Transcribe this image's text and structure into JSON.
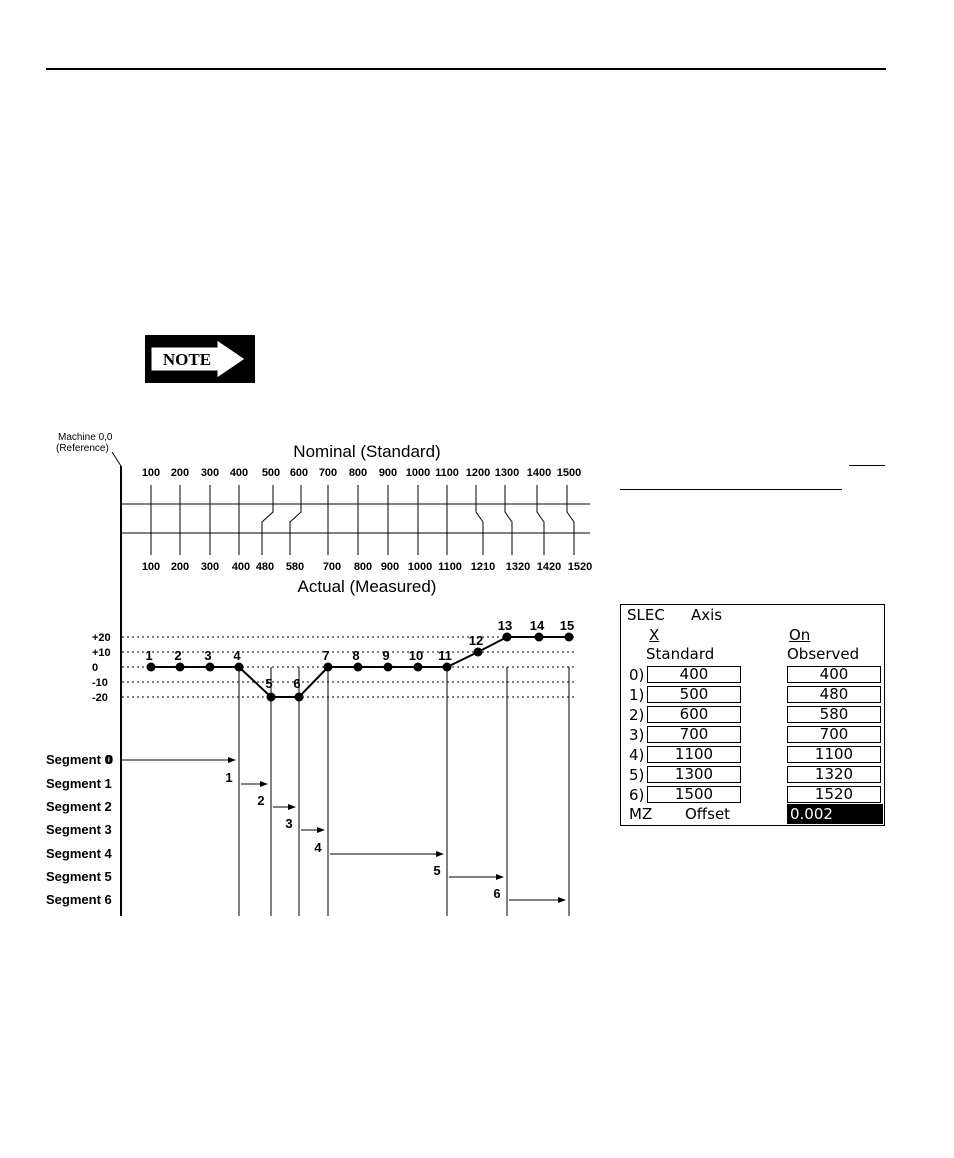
{
  "note_label": "NOTE",
  "diagram": {
    "machine_label_1": "Machine 0,0",
    "machine_label_2": "(Reference)",
    "nominal_title": "Nominal (Standard)",
    "actual_title": "Actual (Measured)",
    "nominal_ticks": [
      "100",
      "200",
      "300",
      "400",
      "500",
      "600",
      "700",
      "800",
      "900",
      "1000",
      "1100",
      "1200",
      "1300",
      "1400",
      "1500"
    ],
    "actual_ticks": [
      "100",
      "200",
      "300",
      "400",
      "480",
      "580",
      "700",
      "800",
      "900",
      "1000",
      "1100",
      "1210",
      "1320",
      "1420",
      "1520"
    ],
    "y_levels": [
      "+20",
      "+10",
      "0",
      "-10",
      "-20"
    ],
    "y_values": [
      20,
      10,
      0,
      -10,
      -20
    ],
    "point_labels": [
      "1",
      "2",
      "3",
      "4",
      "5",
      "6",
      "7",
      "8",
      "9",
      "10",
      "11",
      "12",
      "13",
      "14",
      "15"
    ],
    "point_errors": [
      0,
      0,
      0,
      0,
      -20,
      -20,
      0,
      0,
      0,
      0,
      0,
      10,
      20,
      20,
      20
    ],
    "segments": [
      {
        "label": "Segment 0",
        "number": "0"
      },
      {
        "label": "Segment 1",
        "number": "1"
      },
      {
        "label": "Segment 2",
        "number": "2"
      },
      {
        "label": "Segment 3",
        "number": "3"
      },
      {
        "label": "Segment 4",
        "number": "4"
      },
      {
        "label": "Segment 5",
        "number": "5"
      },
      {
        "label": "Segment 6",
        "number": "6"
      }
    ]
  },
  "slec_panel": {
    "title": "SLEC",
    "axis_label": "Axis",
    "axis_value": "X",
    "state_value": "On",
    "col_standard": "Standard",
    "col_observed": "Observed",
    "rows": [
      {
        "index": "0)",
        "standard": "400",
        "observed": "400"
      },
      {
        "index": "1)",
        "standard": "500",
        "observed": "480"
      },
      {
        "index": "2)",
        "standard": "600",
        "observed": "580"
      },
      {
        "index": "3)",
        "standard": "700",
        "observed": "700"
      },
      {
        "index": "4)",
        "standard": "1100",
        "observed": "1100"
      },
      {
        "index": "5)",
        "standard": "1300",
        "observed": "1320"
      },
      {
        "index": "6)",
        "standard": "1500",
        "observed": "1520"
      }
    ],
    "offset_label_1": "MZ",
    "offset_label_2": "Offset",
    "offset_value": "0.002"
  }
}
